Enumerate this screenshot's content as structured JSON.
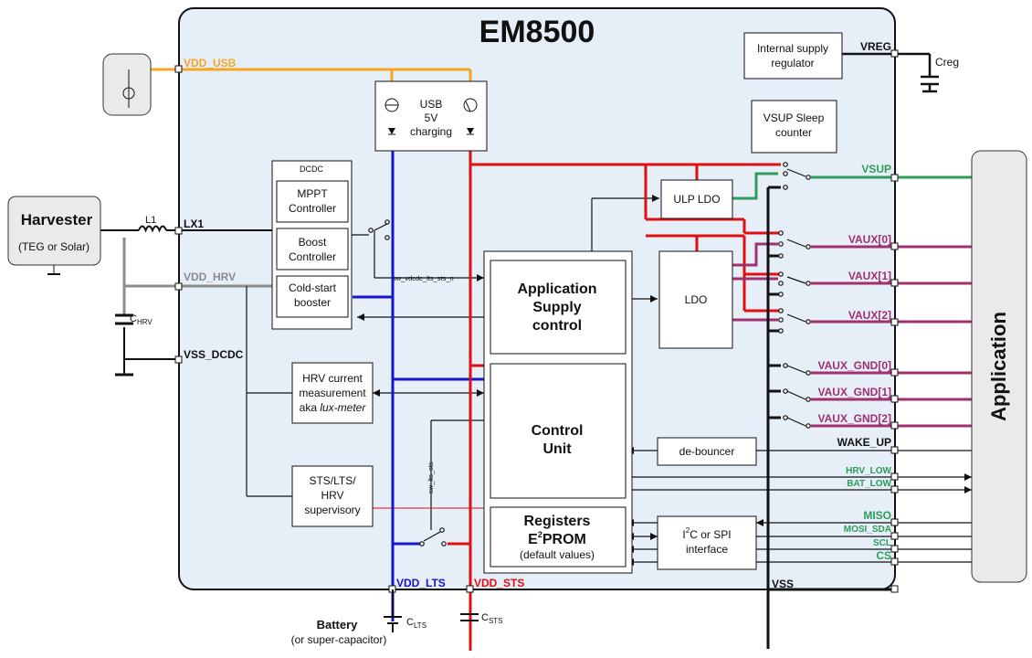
{
  "chip": {
    "title": "EM8500"
  },
  "blocks": {
    "internal_supply": [
      "Internal supply",
      "regulator"
    ],
    "vsup_sleep": [
      "VSUP Sleep",
      "counter"
    ],
    "usb_charging": [
      "USB",
      "5V",
      "charging"
    ],
    "dcdc": "DCDC",
    "mppt": [
      "MPPT",
      "Controller"
    ],
    "boost": [
      "Boost",
      "Controller"
    ],
    "coldstart": [
      "Cold-start",
      "booster"
    ],
    "ulp_ldo": "ULP LDO",
    "app_supply": [
      "Application",
      "Supply",
      "control"
    ],
    "ldo": "LDO",
    "hrv_meas": [
      "HRV current",
      "measurement",
      "aka ",
      "lux-meter"
    ],
    "control_unit": [
      "Control",
      "Unit"
    ],
    "debouncer": "de-bouncer",
    "sts_sup": [
      "STS/LTS/",
      "HRV",
      "supervisory"
    ],
    "registers": [
      "Registers",
      "E",
      "2",
      "PROM",
      "(default values)"
    ],
    "i2c": [
      "I",
      "2",
      "C or SPI",
      "interface"
    ]
  },
  "external": {
    "harvester": "Harvester",
    "harvester_sub": "(TEG or Solar)",
    "l1": "L1",
    "c_hrv": "C",
    "c_hrv_sub": "HRV",
    "creg": "Creg",
    "battery": "Battery",
    "battery_sub": "(or super-capacitor)",
    "c_lts": "C",
    "c_lts_sub": "LTS",
    "c_sts": "C",
    "c_sts_sub": "STS",
    "application": "Application"
  },
  "pins": {
    "vdd_usb": "VDD_USB",
    "lx1": "LX1",
    "vdd_hrv": "VDD_HRV",
    "vss_dcdc": "VSS_DCDC",
    "vreg": "VREG",
    "vsup": "VSUP",
    "vaux0": "VAUX[0]",
    "vaux1": "VAUX[1]",
    "vaux2": "VAUX[2]",
    "vaux_gnd0": "VAUX_GND[0]",
    "vaux_gnd1": "VAUX_GND[1]",
    "vaux_gnd2": "VAUX_GND[2]",
    "wake_up": "WAKE_UP",
    "hrv_low": "HRV_LOW",
    "bat_low": "BAT_LOW",
    "miso": "MISO",
    "mosi_sda": "MOSI_SDA",
    "scl": "SCL",
    "cs": "CS",
    "vdd_lts": "VDD_LTS",
    "vdd_sts": "VDD_STS",
    "vss": "VSS"
  },
  "signals": {
    "sw_vdcdc": "sw_vdcdc_lts_sts_n",
    "sw_lts_sts": "sw_lts_sts"
  },
  "colors": {
    "chip_fill": "#e6eef8",
    "usb": "#f5a623",
    "lts": "#1515cc",
    "sts": "#e01010",
    "vsup": "#2e9c5a",
    "vaux": "#a0306e",
    "hrv": "#8c8c8c",
    "vss": "#000000"
  }
}
